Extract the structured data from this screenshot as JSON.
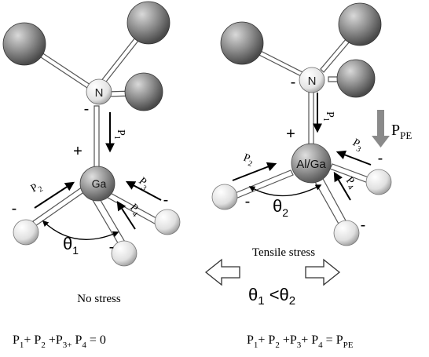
{
  "left_panel": {
    "n_label": "N",
    "center_label": "Ga",
    "bond_labels": [
      {
        "main": "P",
        "sub": "1"
      },
      {
        "main": "P",
        "sub": "2"
      },
      {
        "main": "P",
        "sub": "3"
      },
      {
        "main": "P",
        "sub": "4"
      }
    ],
    "angle_label": {
      "main": "θ",
      "sub": "1"
    },
    "caption": "No stress",
    "equation": {
      "parts": [
        {
          "t": "P"
        },
        {
          "t": "1",
          "sub": true
        },
        {
          "t": "+ P"
        },
        {
          "t": "2",
          "sub": true
        },
        {
          "t": " +P"
        },
        {
          "t": "3+",
          "sub": true
        },
        {
          "t": " P"
        },
        {
          "t": "4",
          "sub": true
        },
        {
          "t": " = 0"
        }
      ]
    }
  },
  "right_panel": {
    "n_label": "N",
    "center_label": "Al/Ga",
    "bond_labels": [
      {
        "main": "P",
        "sub": "1"
      },
      {
        "main": "P",
        "sub": "2"
      },
      {
        "main": "P",
        "sub": "3"
      },
      {
        "main": "P",
        "sub": "4"
      }
    ],
    "angle_label": {
      "main": "θ",
      "sub": "2"
    },
    "ppe_label": {
      "main": "P",
      "sub": "PE"
    },
    "stress_label": "Tensile stress",
    "angle_relation": [
      {
        "t": "θ"
      },
      {
        "t": "1",
        "sub": true
      },
      {
        "t": " <θ"
      },
      {
        "t": "2",
        "sub": true
      }
    ],
    "equation": {
      "parts": [
        {
          "t": "P"
        },
        {
          "t": "1",
          "sub": true
        },
        {
          "t": "+ P"
        },
        {
          "t": "2",
          "sub": true
        },
        {
          "t": " +P"
        },
        {
          "t": "3",
          "sub": true
        },
        {
          "t": "+ P"
        },
        {
          "t": "4",
          "sub": true
        },
        {
          "t": " = P"
        },
        {
          "t": "PE",
          "sub": true
        }
      ]
    }
  },
  "signs": {
    "plus": "+",
    "minus": "-"
  },
  "colors": {
    "big_atom": "#8c8c8c",
    "center_atom": "#909090",
    "small_atom": "#e6e6e6",
    "bond_fill": "#ffffff",
    "bond_stroke": "#555555",
    "arrow": "#000000",
    "ppe_arrow": "#8a8a8a"
  }
}
